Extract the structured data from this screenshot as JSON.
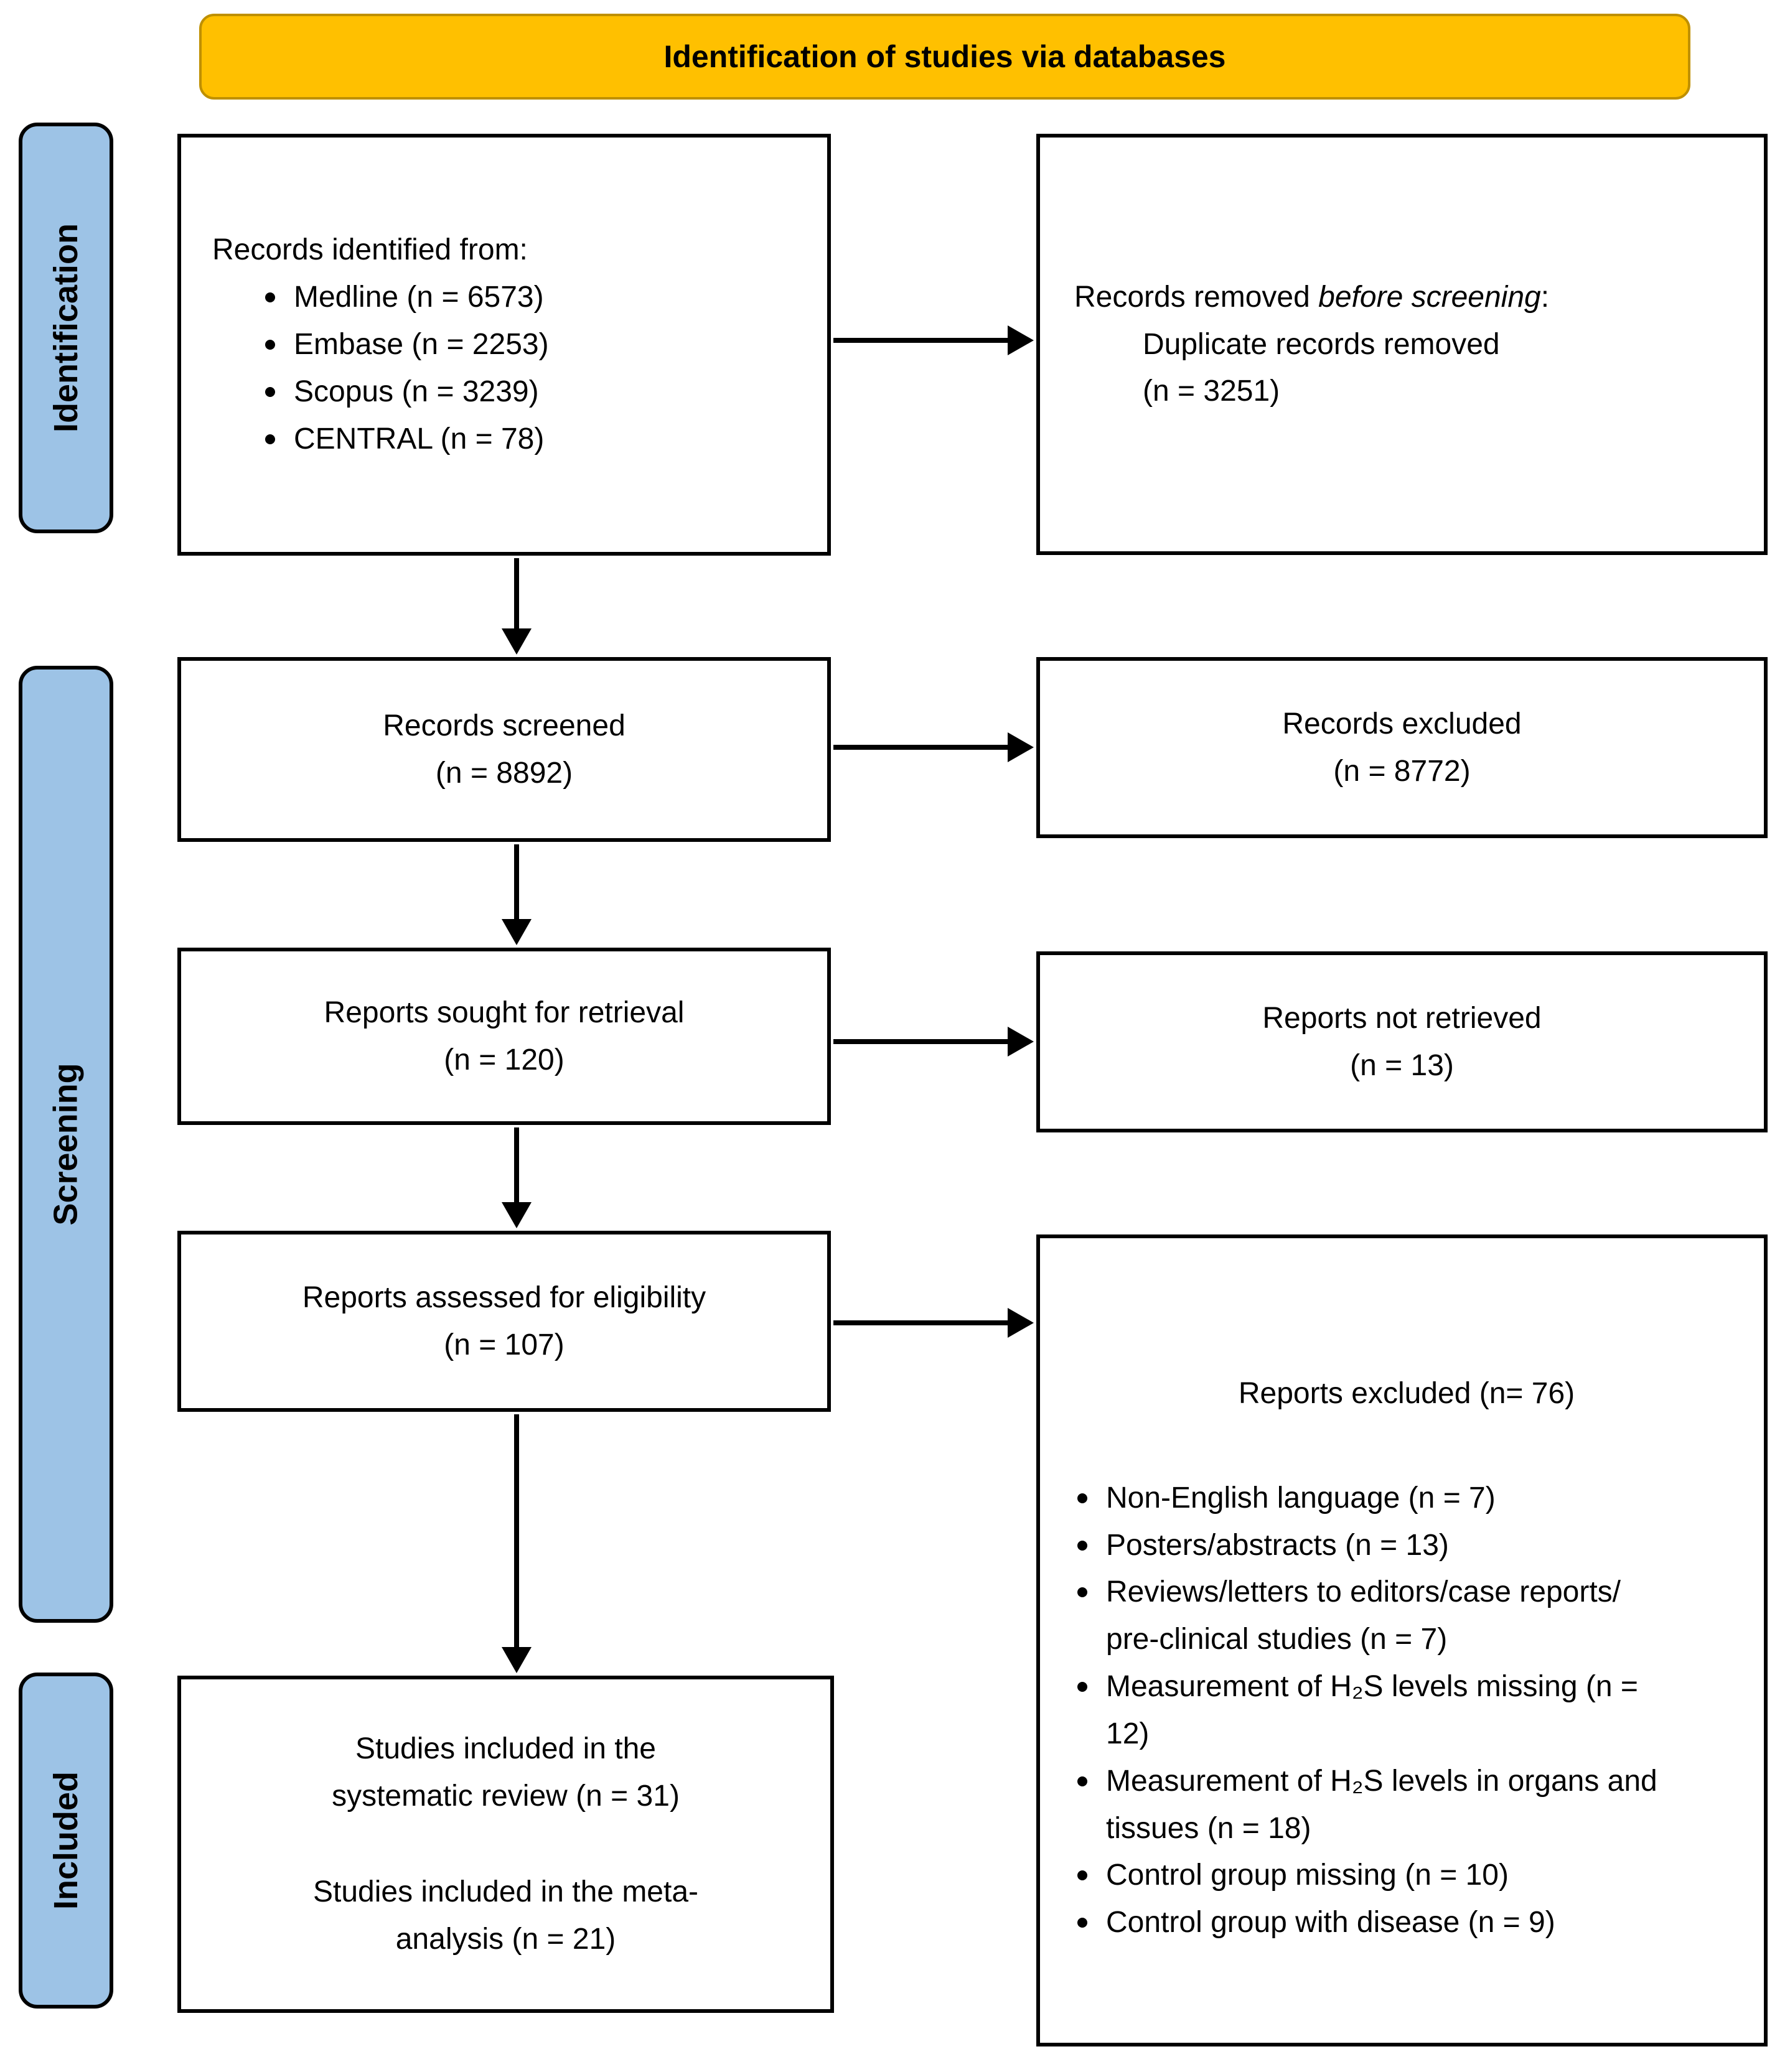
{
  "banner": {
    "title": "Identification of studies via databases"
  },
  "sidebar": {
    "identification": "Identification",
    "screening": "Screening",
    "included": "Included"
  },
  "boxes": {
    "records_identified": {
      "intro": "Records identified from:",
      "items": [
        "Medline (n = 6573)",
        "Embase (n = 2253)",
        "Scopus (n = 3239)",
        "CENTRAL (n = 78)"
      ]
    },
    "records_removed": {
      "prefix": "Records removed ",
      "italic": "before screening",
      "suffix": ":",
      "line2": "Duplicate records removed",
      "line3": "(n = 3251)"
    },
    "records_screened": {
      "line1": "Records screened",
      "line2": "(n = 8892)"
    },
    "records_excluded": {
      "line1": "Records excluded",
      "line2": "(n = 8772)"
    },
    "reports_sought": {
      "line1": "Reports sought for retrieval",
      "line2": "(n = 120)"
    },
    "reports_not_retrieved": {
      "line1": "Reports not retrieved",
      "line2": "(n = 13)"
    },
    "reports_assessed": {
      "line1": "Reports assessed for eligibility",
      "line2": "(n = 107)"
    },
    "reports_excluded": {
      "title": "Reports excluded (n= 76)",
      "items": [
        "Non-English language (n = 7)",
        "Posters/abstracts (n = 13)",
        "Reviews/letters to editors/case reports/ pre-clinical studies (n = 7)",
        "Measurement of H₂S levels missing (n = 12)",
        "Measurement of H₂S levels in organs and tissues (n = 18)",
        "Control group missing (n = 10)",
        "Control group with disease (n = 9)"
      ]
    },
    "studies_included": {
      "para1": "Studies included in the systematic review (n = 31)",
      "para2": "Studies included in the meta-analysis (n = 21)"
    }
  },
  "colors": {
    "banner_fill": "#FFC000",
    "banner_border": "#BF9000",
    "stage_fill": "#9DC3E6",
    "box_border": "#000000",
    "background": "#FFFFFF"
  }
}
